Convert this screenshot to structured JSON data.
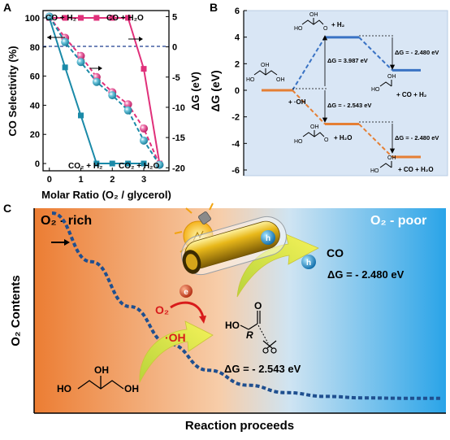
{
  "colors": {
    "co_h2": "#1a8aa8",
    "co_h2o": "#e0307a",
    "energy_blue": "#3a73c4",
    "energy_orange": "#e57f34",
    "panel_b_bg": "#d9e6f5",
    "oxygen_blue": "#1f4f8f"
  },
  "panel_a": {
    "label": "A",
    "ylabel_left": "CO Selectivity (%)",
    "ylabel_right": "ΔG (eV)",
    "xlabel": "Molar Ratio (O₂ / glycerol)",
    "top_left_label": "CO + H₂",
    "top_right_label": "CO + H₂O",
    "bottom_left_label": "CO₂ + H₂",
    "bottom_right_label": "CO₂ + H₂O"
  },
  "panel_b": {
    "label": "B",
    "ylabel": "ΔG (eV)",
    "h2_label": "+ H₂",
    "oh_label": "+ ·OH",
    "h2o_label": "+ H₂O",
    "co_h2_label": "+ CO + H₂",
    "co_h2o_label": "+ CO + H₂O",
    "dg1": "ΔG = 3.987 eV",
    "dg2": "ΔG = - 2.543 eV",
    "dg3": "ΔG = - 2.480 eV",
    "dg4": "ΔG = - 2.480 eV"
  },
  "panel_c": {
    "label": "C",
    "o2_rich": "O₂ - rich",
    "o2_poor": "O₂ - poor",
    "ylabel": "O₂ Contents",
    "xlabel": "Reaction proceeds",
    "o2": "O₂",
    "oh": "·OH",
    "electron": "e",
    "hole": "h",
    "co": "CO",
    "dg_co": "ΔG = - 2.480 eV",
    "dg_oh": "ΔG = - 2.543 eV",
    "ho": "HO",
    "r": "R",
    "o_atom": "O",
    "glycerol_oh": "OH",
    "glycerol_ho": "HO"
  },
  "chart_data": [
    {
      "type": "line",
      "x": [
        0,
        0.5,
        1,
        1.5,
        2,
        2.5,
        3,
        3.5
      ],
      "xlim": [
        -0.2,
        3.8
      ],
      "xticks": [
        0,
        1,
        2,
        3
      ],
      "ylim": [
        -5,
        105
      ],
      "yticks_left": [
        0,
        20,
        40,
        60,
        80,
        100
      ],
      "y2lim": [
        -20.5,
        6
      ],
      "yticks_right": [
        5,
        0,
        -5,
        -10,
        -15,
        -20
      ],
      "grid": false,
      "series": [
        {
          "name": "CO + H₂",
          "axis": "left",
          "marker": "square",
          "x": [
            0,
            0.5,
            1,
            1.5,
            2,
            2.5,
            3
          ],
          "values": [
            100,
            66,
            33,
            0,
            0,
            0,
            0
          ]
        },
        {
          "name": "CO + H₂O",
          "axis": "left",
          "marker": "square",
          "x": [
            0,
            0.5,
            1,
            1.5,
            2,
            2.5,
            3,
            3.5
          ],
          "values": [
            100,
            100,
            100,
            100,
            100,
            100,
            65,
            0
          ]
        },
        {
          "axis": "right",
          "marker": "sphere",
          "x": [
            0,
            0.5,
            1,
            1.5,
            2,
            2.5,
            3,
            3.5
          ],
          "values": [
            5,
            1.5,
            -1.5,
            -5,
            -7.5,
            -9.5,
            -13.5,
            -19.5
          ]
        },
        {
          "axis": "right",
          "marker": "sphere",
          "x": [
            0,
            0.5,
            1,
            1.5,
            2,
            2.5,
            3,
            3.5
          ],
          "values": [
            5,
            0.8,
            -2.5,
            -5.8,
            -8,
            -10.5,
            -15.5,
            -19.5
          ]
        }
      ],
      "reference_line": {
        "axis": "right",
        "value": 0
      }
    },
    {
      "type": "line",
      "ylim": [
        -6,
        6
      ],
      "yticks": [
        6,
        4,
        2,
        0,
        -2,
        -4,
        -6
      ],
      "series": [
        {
          "levels": [
            0,
            3.987,
            1.507
          ]
        },
        {
          "levels": [
            0,
            -2.543,
            -5.023
          ]
        }
      ]
    },
    {
      "type": "line",
      "xlabel": "Reaction proceeds",
      "ylabel": "O₂ Contents",
      "x": [
        0,
        0.1,
        0.2,
        0.3,
        0.4,
        0.5,
        0.6,
        0.7,
        0.8,
        0.9,
        1.0
      ],
      "values": [
        1.0,
        0.74,
        0.5,
        0.3,
        0.16,
        0.08,
        0.04,
        0.02,
        0.012,
        0.01,
        0.01
      ]
    }
  ]
}
